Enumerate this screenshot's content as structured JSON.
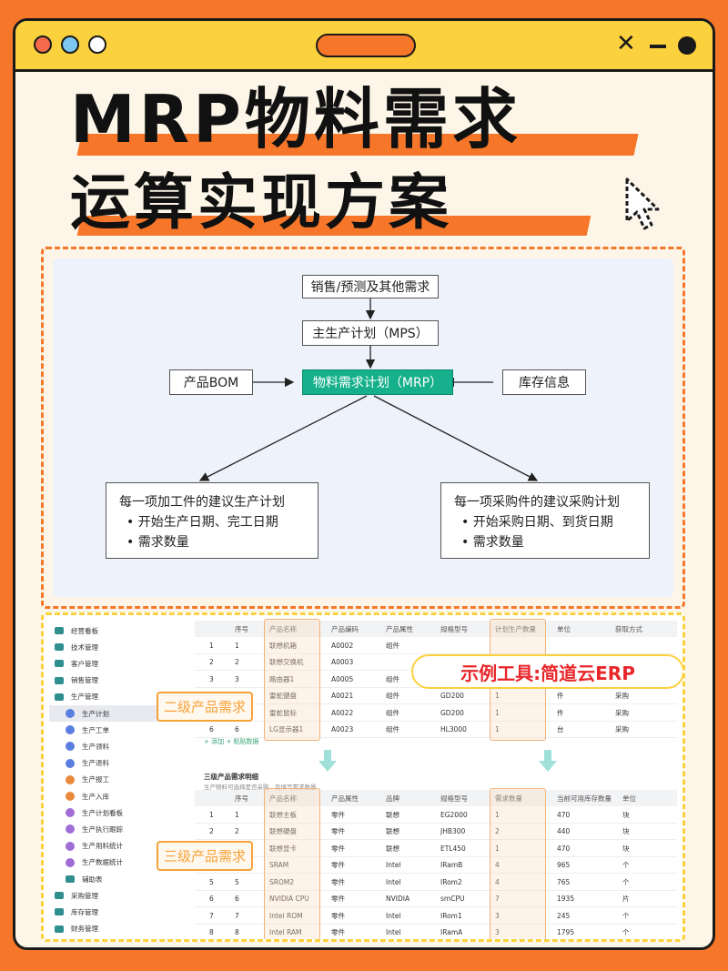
{
  "headline": {
    "line1": "MRP物料需求",
    "line2": "运算实现方案"
  },
  "diagram": {
    "sources": "销售/预测及其他需求",
    "mps": "主生产计划（MPS）",
    "bom": "产品BOM",
    "mrp": "物料需求计划（MRP）",
    "inventory": "库存信息",
    "left_box": {
      "title": "每一项加工件的建议生产计划",
      "bullets": [
        "• 开始生产日期、完工日期",
        "• 需求数量"
      ]
    },
    "right_box": {
      "title": "每一项采购件的建议采购计划",
      "bullets": [
        "• 开始采购日期、到货日期",
        "• 需求数量"
      ]
    }
  },
  "screenshot": {
    "erp_label": "示例工具:简道云ERP",
    "tag_level2": "二级产品需求",
    "tag_level3": "三级产品需求",
    "sidebar": [
      {
        "label": "经营看板",
        "icon": "folder-icon"
      },
      {
        "label": "技术管理",
        "icon": "folder-icon"
      },
      {
        "label": "客户管理",
        "icon": "folder-icon"
      },
      {
        "label": "销售管理",
        "icon": "folder-icon"
      },
      {
        "label": "生产管理",
        "icon": "folder-icon"
      },
      {
        "label": "生产计划",
        "icon": "doc-icon",
        "active": true
      },
      {
        "label": "生产工单",
        "icon": "doc-icon"
      },
      {
        "label": "生产领料",
        "icon": "doc-icon"
      },
      {
        "label": "生产退料",
        "icon": "doc-icon"
      },
      {
        "label": "生产报工",
        "icon": "doc-icon"
      },
      {
        "label": "生产入库",
        "icon": "doc-icon"
      },
      {
        "label": "生产计划看板",
        "icon": "chart-icon"
      },
      {
        "label": "生产执行跟踪",
        "icon": "chart-icon"
      },
      {
        "label": "生产用料统计",
        "icon": "chart-icon"
      },
      {
        "label": "生产数据统计",
        "icon": "chart-icon"
      },
      {
        "label": "辅助表",
        "icon": "folder-icon"
      },
      {
        "label": "采购管理",
        "icon": "folder-icon"
      },
      {
        "label": "库存管理",
        "icon": "folder-icon"
      },
      {
        "label": "财务管理",
        "icon": "folder-icon"
      }
    ],
    "table1": {
      "headers": [
        "序号",
        "产品名称",
        "产品编码",
        "产品属性",
        "规格型号",
        "计划生产数量",
        "单位",
        "获取方式"
      ],
      "rows": [
        [
          "1",
          "1",
          "联想机箱",
          "A0002",
          "组件",
          "",
          "",
          "",
          ""
        ],
        [
          "2",
          "2",
          "联想交换机",
          "A0003",
          "",
          "",
          "",
          "",
          ""
        ],
        [
          "3",
          "3",
          "路由器1",
          "A0005",
          "组件",
          "UGV-200",
          "1",
          "台",
          "生产"
        ],
        [
          "4",
          "4",
          "雷蛇键盘",
          "A0021",
          "组件",
          "GD200",
          "1",
          "件",
          "采购"
        ],
        [
          "5",
          "5",
          "雷蛇鼠标",
          "A0022",
          "组件",
          "GD200",
          "1",
          "件",
          "采购"
        ],
        [
          "6",
          "6",
          "LG显示器1",
          "A0023",
          "组件",
          "HL3000",
          "1",
          "台",
          "采购"
        ]
      ],
      "add_links": "+ 添加   + 粘贴数据"
    },
    "table2": {
      "title": "三级产品需求明细",
      "subtitle": "生产物料可选择是否采购、及填写需求数量",
      "headers": [
        "序号",
        "产品名称",
        "产品属性",
        "品牌",
        "规格型号",
        "需求数量",
        "当前可用库存数量",
        "单位"
      ],
      "rows": [
        [
          "1",
          "1",
          "联想主板",
          "零件",
          "联想",
          "EG2000",
          "1",
          "470",
          "块"
        ],
        [
          "2",
          "2",
          "联想硬盘",
          "零件",
          "联想",
          "JHB300",
          "2",
          "440",
          "块"
        ],
        [
          "3",
          "3",
          "联想显卡",
          "零件",
          "联想",
          "ETL450",
          "1",
          "470",
          "块"
        ],
        [
          "4",
          "4",
          "SRAM",
          "零件",
          "Intel",
          "IRamB",
          "4",
          "965",
          "个"
        ],
        [
          "5",
          "5",
          "SROM2",
          "零件",
          "Intel",
          "IRom2",
          "4",
          "765",
          "个"
        ],
        [
          "6",
          "6",
          "NVIDIA CPU",
          "零件",
          "NVIDIA",
          "smCPU",
          "7",
          "1935",
          "片"
        ],
        [
          "7",
          "7",
          "Intel ROM",
          "零件",
          "Intel",
          "IRom1",
          "3",
          "245",
          "个"
        ],
        [
          "8",
          "8",
          "Intel RAM",
          "零件",
          "Intel",
          "IRamA",
          "3",
          "1795",
          "个"
        ]
      ]
    }
  },
  "colors": {
    "accent": "#f7772a",
    "yellow": "#fbd13d",
    "mrp_green": "#16b08c",
    "erp_red": "#e8262a"
  }
}
